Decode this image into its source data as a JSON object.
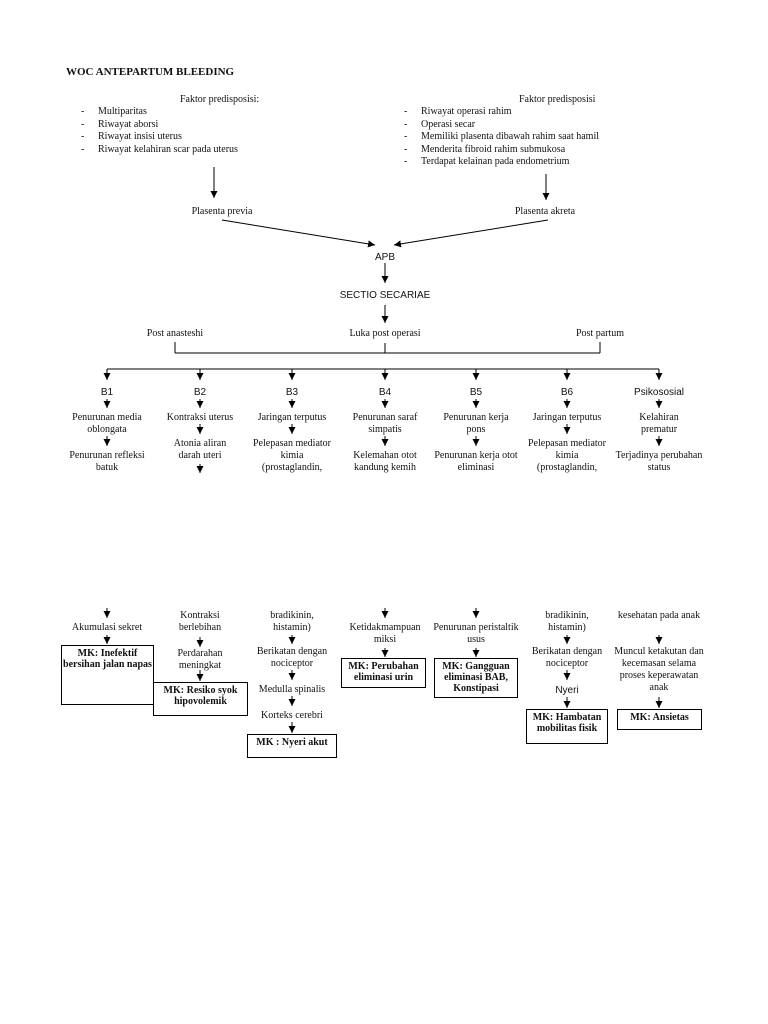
{
  "title": "WOC ANTEPARTUM BLEEDING",
  "left_factors": {
    "heading": "Faktor predisposisi:",
    "items": [
      "Multiparitas",
      "Riwayat aborsi",
      "Riwayat insisi uterus",
      "Riwayat kelahiran scar pada uterus"
    ]
  },
  "right_factors": {
    "heading": "Faktor predisposisi",
    "items": [
      "Riwayat operasi rahim",
      "Operasi secar",
      "Memiliki plasenta dibawah rahim saat hamil",
      "Menderita fibroid rahim submukosa",
      "Terdapat kelainan pada endometrium"
    ]
  },
  "plasenta_previa": "Plasenta previa",
  "plasenta_akreta": "Plasenta akreta",
  "apb": "APB",
  "sectio": "SECTIO SECARIAE",
  "post_anasteshi": "Post anasteshi",
  "luka": "Luka post operasi",
  "post_partum": "Post partum",
  "columns": [
    {
      "header": "B1",
      "top": [
        "Penurunan media oblongata",
        "Penurunan refleksi batuk"
      ],
      "bottom": [
        "Akumulasi sekret"
      ],
      "mk": "MK: Inefektif bersihan jalan napas"
    },
    {
      "header": "B2",
      "top": [
        "Kontraksi uterus",
        "Atonia aliran darah uteri"
      ],
      "bottom": [
        "Kontraksi berlebihan",
        "Perdarahan meningkat"
      ],
      "mk": "MK: Resiko syok hipovolemik"
    },
    {
      "header": "B3",
      "top": [
        "Jaringan terputus",
        "Pelepasan mediator kimia (prostaglandin,"
      ],
      "bottom": [
        "bradikinin, histamin)",
        "Berikatan dengan nociceptor",
        "Medulla spinalis",
        "Korteks cerebri"
      ],
      "mk": "MK : Nyeri akut"
    },
    {
      "header": "B4",
      "top": [
        "Penurunan saraf simpatis",
        "Kelemahan otot kandung kemih"
      ],
      "bottom": [
        "Ketidakmampuan miksi"
      ],
      "mk": "MK: Perubahan eliminasi urin"
    },
    {
      "header": "B5",
      "top": [
        "Penurunan kerja pons",
        "Penurunan kerja otot eliminasi"
      ],
      "bottom": [
        "Penurunan peristaltik usus"
      ],
      "mk": "MK: Gangguan eliminasi BAB, Konstipasi"
    },
    {
      "header": "B6",
      "top": [
        "Jaringan terputus",
        "Pelepasan mediator kimia (prostaglandin,"
      ],
      "bottom": [
        "bradikinin, histamin)",
        "Berikatan dengan nociceptor",
        "Nyeri"
      ],
      "mk": "MK: Hambatan mobilitas fisik"
    },
    {
      "header": "Psikososial",
      "top": [
        "Kelahiran prematur",
        "Terjadinya perubahan status"
      ],
      "bottom": [
        "kesehatan pada anak",
        "Muncul ketakutan dan kecemasan selama proses keperawatan anak"
      ],
      "mk": "MK: Ansietas"
    }
  ]
}
